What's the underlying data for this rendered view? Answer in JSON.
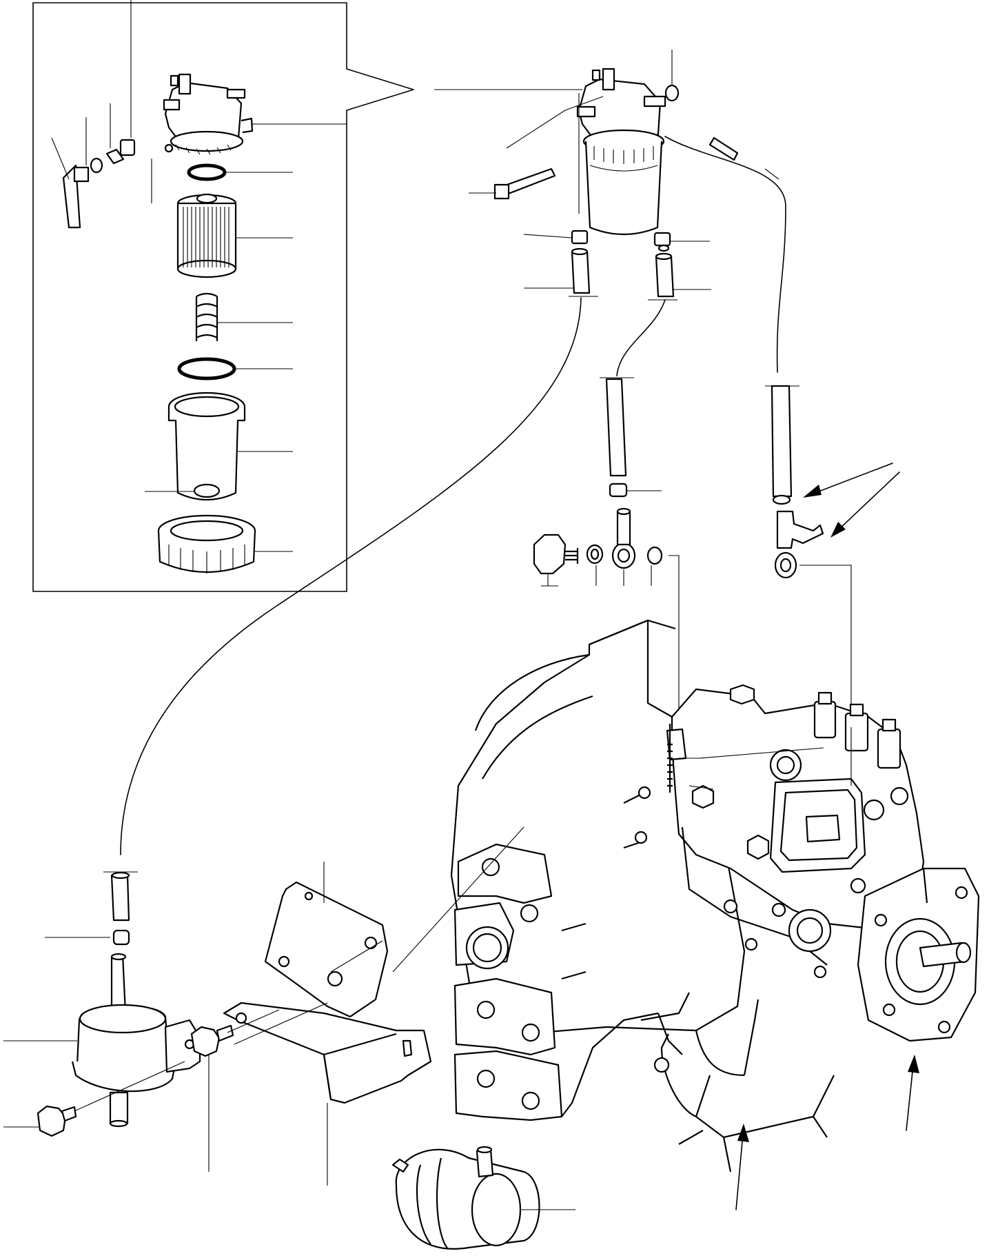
{
  "diagram": {
    "type": "exploded-parts-view",
    "labels": []
  },
  "parts": {
    "inset": "filter-head-exploded-inset",
    "filter_assembly": "fuel-filter-assembly",
    "injection_pump": "fuel-injection-pump",
    "housing": "engine-housing",
    "water_separator": "water-separator",
    "bracket": "mounting-bracket",
    "bracket_plate": "bracket-plate",
    "feed_pump": "fuel-feed-pump"
  }
}
